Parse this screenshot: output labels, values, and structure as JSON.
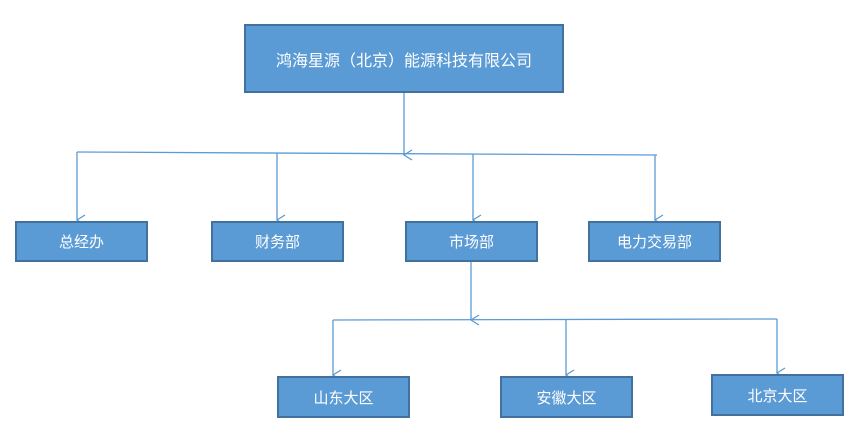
{
  "org_chart": {
    "root": "鸿海星源（北京）能源科技有限公司",
    "departments": [
      "总经办",
      "财务部",
      "市场部",
      "电力交易部"
    ],
    "regions": [
      "山东大区",
      "安徽大区",
      "北京大区"
    ]
  },
  "colors": {
    "box_fill": "#5b9bd5",
    "box_border": "#41719c",
    "box_text": "#ffffff",
    "connector": "#5b9bd5"
  }
}
